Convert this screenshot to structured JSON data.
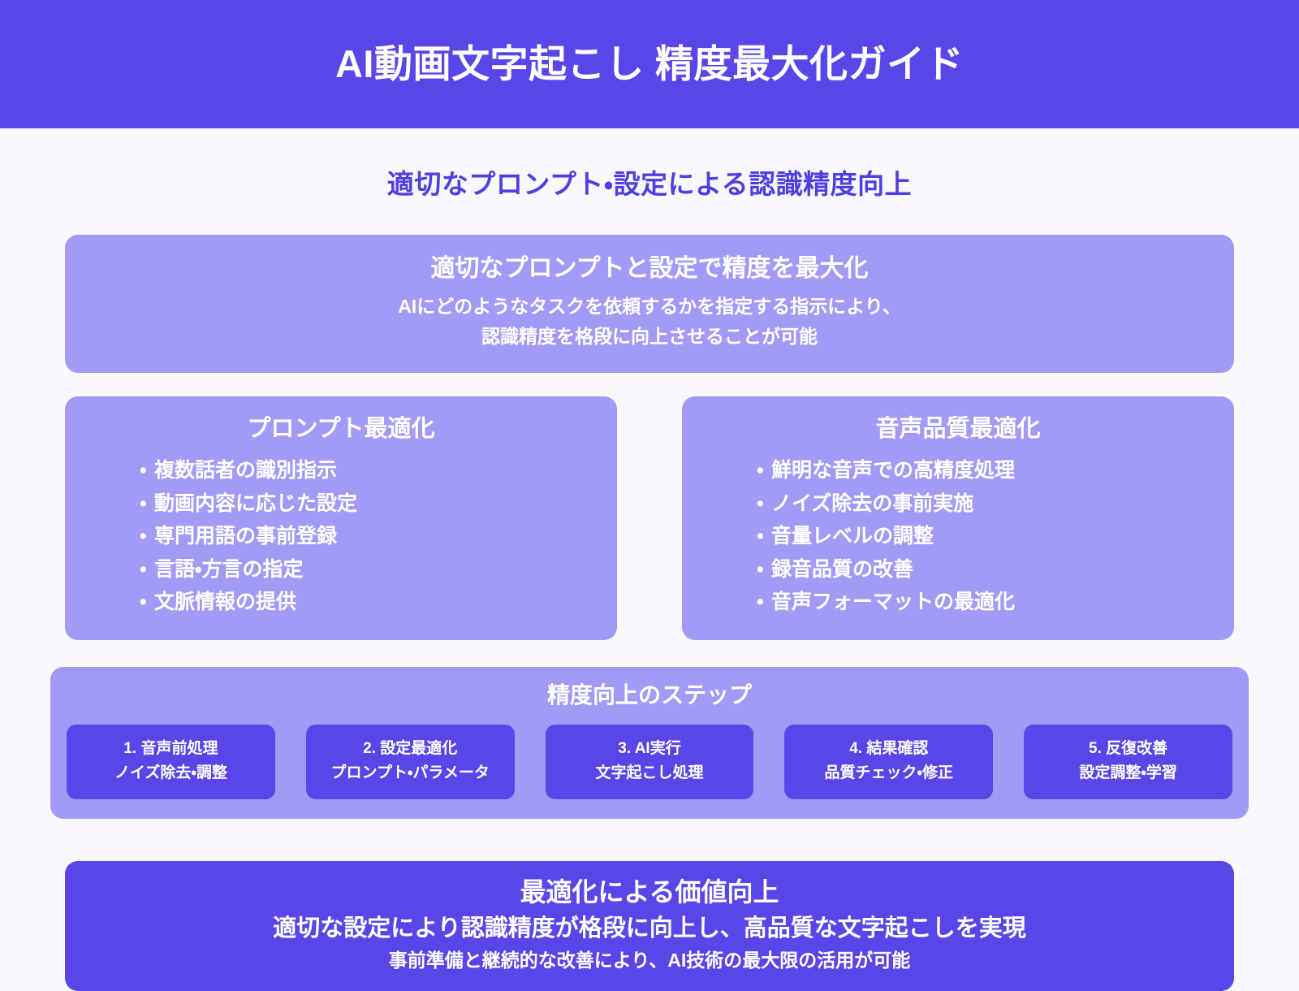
{
  "colors": {
    "brand_primary": "#5946e8",
    "brand_light": "#a29bf5",
    "page_background": "#f8f8fd",
    "heading_text": "#4f3fe0",
    "on_brand_text": "#ffffff"
  },
  "header": {
    "title": "AI動画文字起こし 精度最大化ガイド"
  },
  "main": {
    "subtitle": "適切なプロンプト・設定による認識精度向上",
    "highlight": {
      "title": "適切なプロンプトと設定で精度を最大化",
      "lines": [
        "AIにどのようなタスクを依頼するかを指定する指示により、",
        "認識精度を格段に向上させることが可能"
      ]
    },
    "cards": [
      {
        "title": "プロンプト最適化",
        "items": [
          "複数話者の識別指示",
          "動画内容に応じた設定",
          "専門用語の事前登録",
          "言語・方言の指定",
          "文脈情報の提供"
        ]
      },
      {
        "title": "音声品質最適化",
        "items": [
          "鮮明な音声での高精度処理",
          "ノイズ除去の事前実施",
          "音量レベルの調整",
          "録音品質の改善",
          "音声フォーマットの最適化"
        ]
      }
    ],
    "steps_section": {
      "title": "精度向上のステップ",
      "steps": [
        {
          "name": "1. 音声前処理",
          "desc": "ノイズ除去・調整"
        },
        {
          "name": "2. 設定最適化",
          "desc": "プロンプト・パラメータ"
        },
        {
          "name": "3. AI実行",
          "desc": "文字起こし処理"
        },
        {
          "name": "4. 結果確認",
          "desc": "品質チェック・修正"
        },
        {
          "name": "5. 反復改善",
          "desc": "設定調整・学習"
        }
      ]
    },
    "conclusion": {
      "title": "最適化による価値向上",
      "line1": "適切な設定により認識精度が格段に向上し、高品質な文字起こしを実現",
      "line2": "事前準備と継続的な改善により、AI技術の最大限の活用が可能"
    }
  }
}
